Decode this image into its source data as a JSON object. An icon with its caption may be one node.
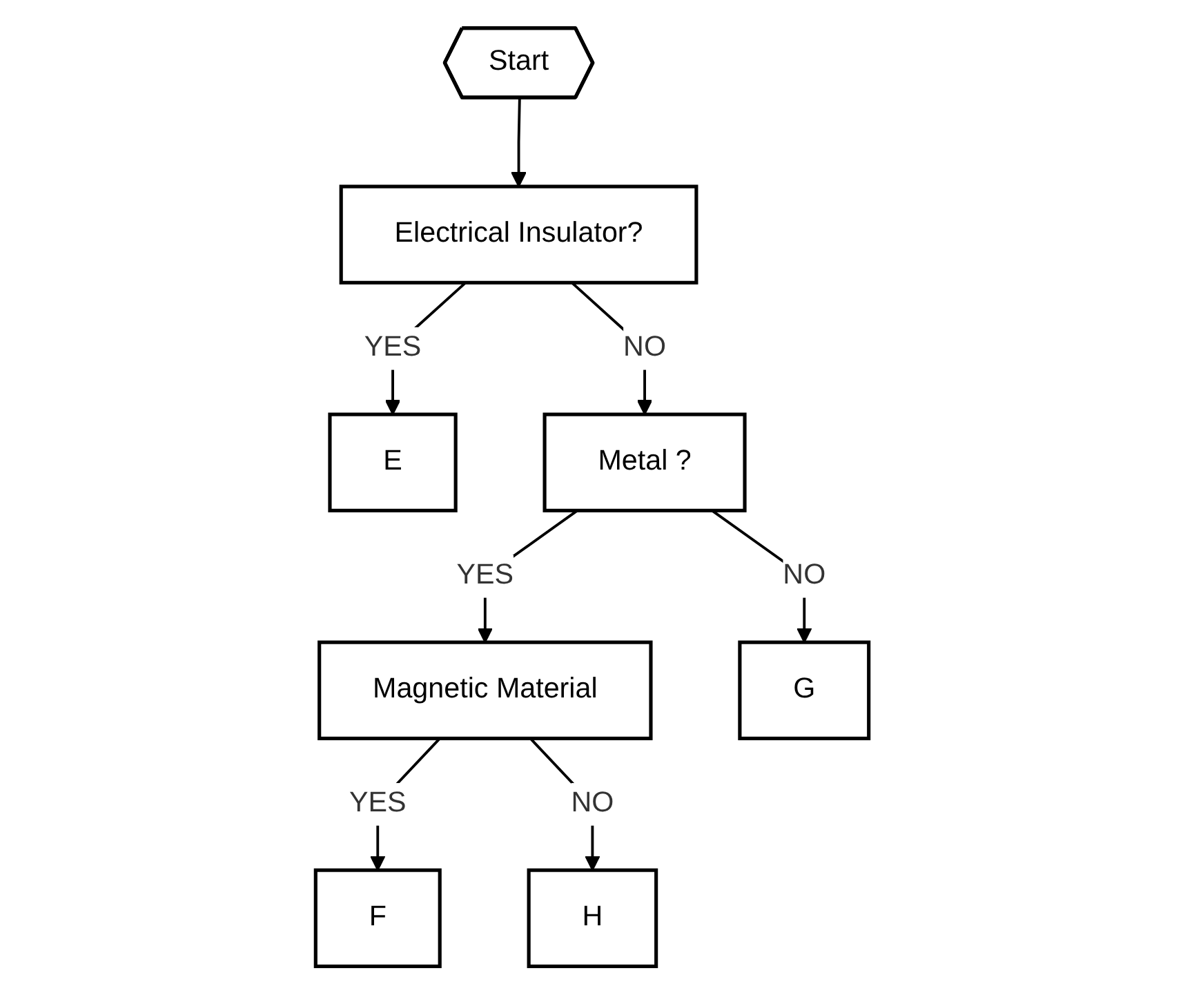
{
  "diagram": {
    "nodes": [
      {
        "text": [
          "Start"
        ]
      },
      {
        "text": [
          "Electrical Insulator?"
        ]
      },
      {
        "text": [
          "E"
        ]
      },
      {
        "text": [
          "Metal ?"
        ]
      },
      {
        "text": [
          "Magnetic Material"
        ]
      },
      {
        "text": [
          "F"
        ]
      },
      {
        "text": [
          "G"
        ]
      },
      {
        "text": [
          "H"
        ]
      }
    ],
    "edges": [
      {
        "from": 0,
        "to": 1,
        "arrow": "to"
      },
      {
        "from": 1,
        "to": 2,
        "arrow": "to",
        "label": "YES"
      },
      {
        "from": 1,
        "to": 3,
        "arrow": "to",
        "label": "NO"
      },
      {
        "from": 3,
        "to": 4,
        "arrow": "to",
        "label": "YES"
      },
      {
        "from": 4,
        "to": 5,
        "arrow": "to",
        "label": "YES"
      },
      {
        "from": 3,
        "to": 6,
        "arrow": "to",
        "label": "NO"
      },
      {
        "from": 4,
        "to": 7,
        "arrow": "to",
        "label": "NO"
      }
    ]
  }
}
